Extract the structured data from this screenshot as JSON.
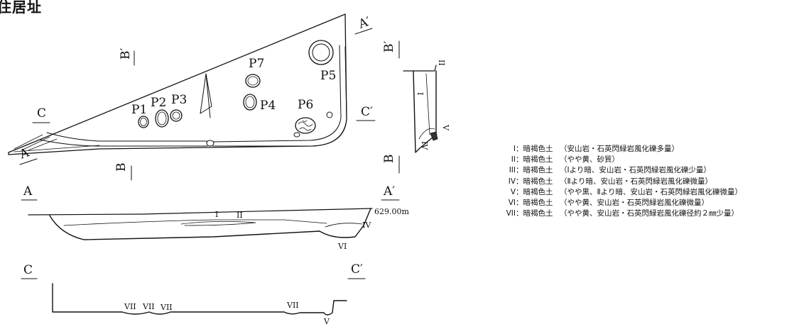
{
  "title": "住居址",
  "plan": {
    "pits": [
      {
        "id": "p1",
        "label": "P1"
      },
      {
        "id": "p2",
        "label": "P2"
      },
      {
        "id": "p3",
        "label": "P3"
      },
      {
        "id": "p4",
        "label": "P4"
      },
      {
        "id": "p5",
        "label": "P5"
      },
      {
        "id": "p6",
        "label": "P6"
      },
      {
        "id": "p7",
        "label": "P7"
      }
    ],
    "section_marks": {
      "a": "A",
      "a_prime": "A′",
      "b": "B",
      "b_prime": "B′",
      "c": "C",
      "c_prime": "C′"
    }
  },
  "sections": {
    "a": {
      "left": "A",
      "right": "A′",
      "elevation": "629.00m",
      "layer_labels": [
        "I",
        "II",
        "IV",
        "VI"
      ]
    },
    "b": {
      "top": "B′",
      "bottom": "B",
      "layer_labels": [
        "II",
        "I",
        "IV",
        "V"
      ]
    },
    "c": {
      "left": "C",
      "right": "C′",
      "layer_labels": [
        "VII",
        "VII",
        "VII",
        "VII",
        "V"
      ]
    }
  },
  "legend": [
    {
      "num": "I",
      "soil": "：暗褐色土",
      "desc": "（安山岩・石英閃緑岩風化礫多量）"
    },
    {
      "num": "II",
      "soil": "：暗褐色土",
      "desc": "（やや黄、砂質）"
    },
    {
      "num": "III",
      "soil": "：暗褐色土",
      "desc": "（Ⅰより暗、安山岩・石英閃緑岩風化礫少量）"
    },
    {
      "num": "IV",
      "soil": "：暗褐色土",
      "desc": "（Ⅱより暗、安山岩・石英閃緑岩風化礫微量）"
    },
    {
      "num": "V",
      "soil": "：暗褐色土",
      "desc": "（やや黒、Ⅱより暗、安山岩・石英閃緑岩風化礫微量）"
    },
    {
      "num": "VI",
      "soil": "：暗褐色土",
      "desc": "（やや黄、安山岩・石英閃緑岩風化礫微量）"
    },
    {
      "num": "VII",
      "soil": "：暗褐色土",
      "desc": "（やや黄、安山岩・石英閃緑岩風化礫径約２㎜少量）"
    }
  ]
}
